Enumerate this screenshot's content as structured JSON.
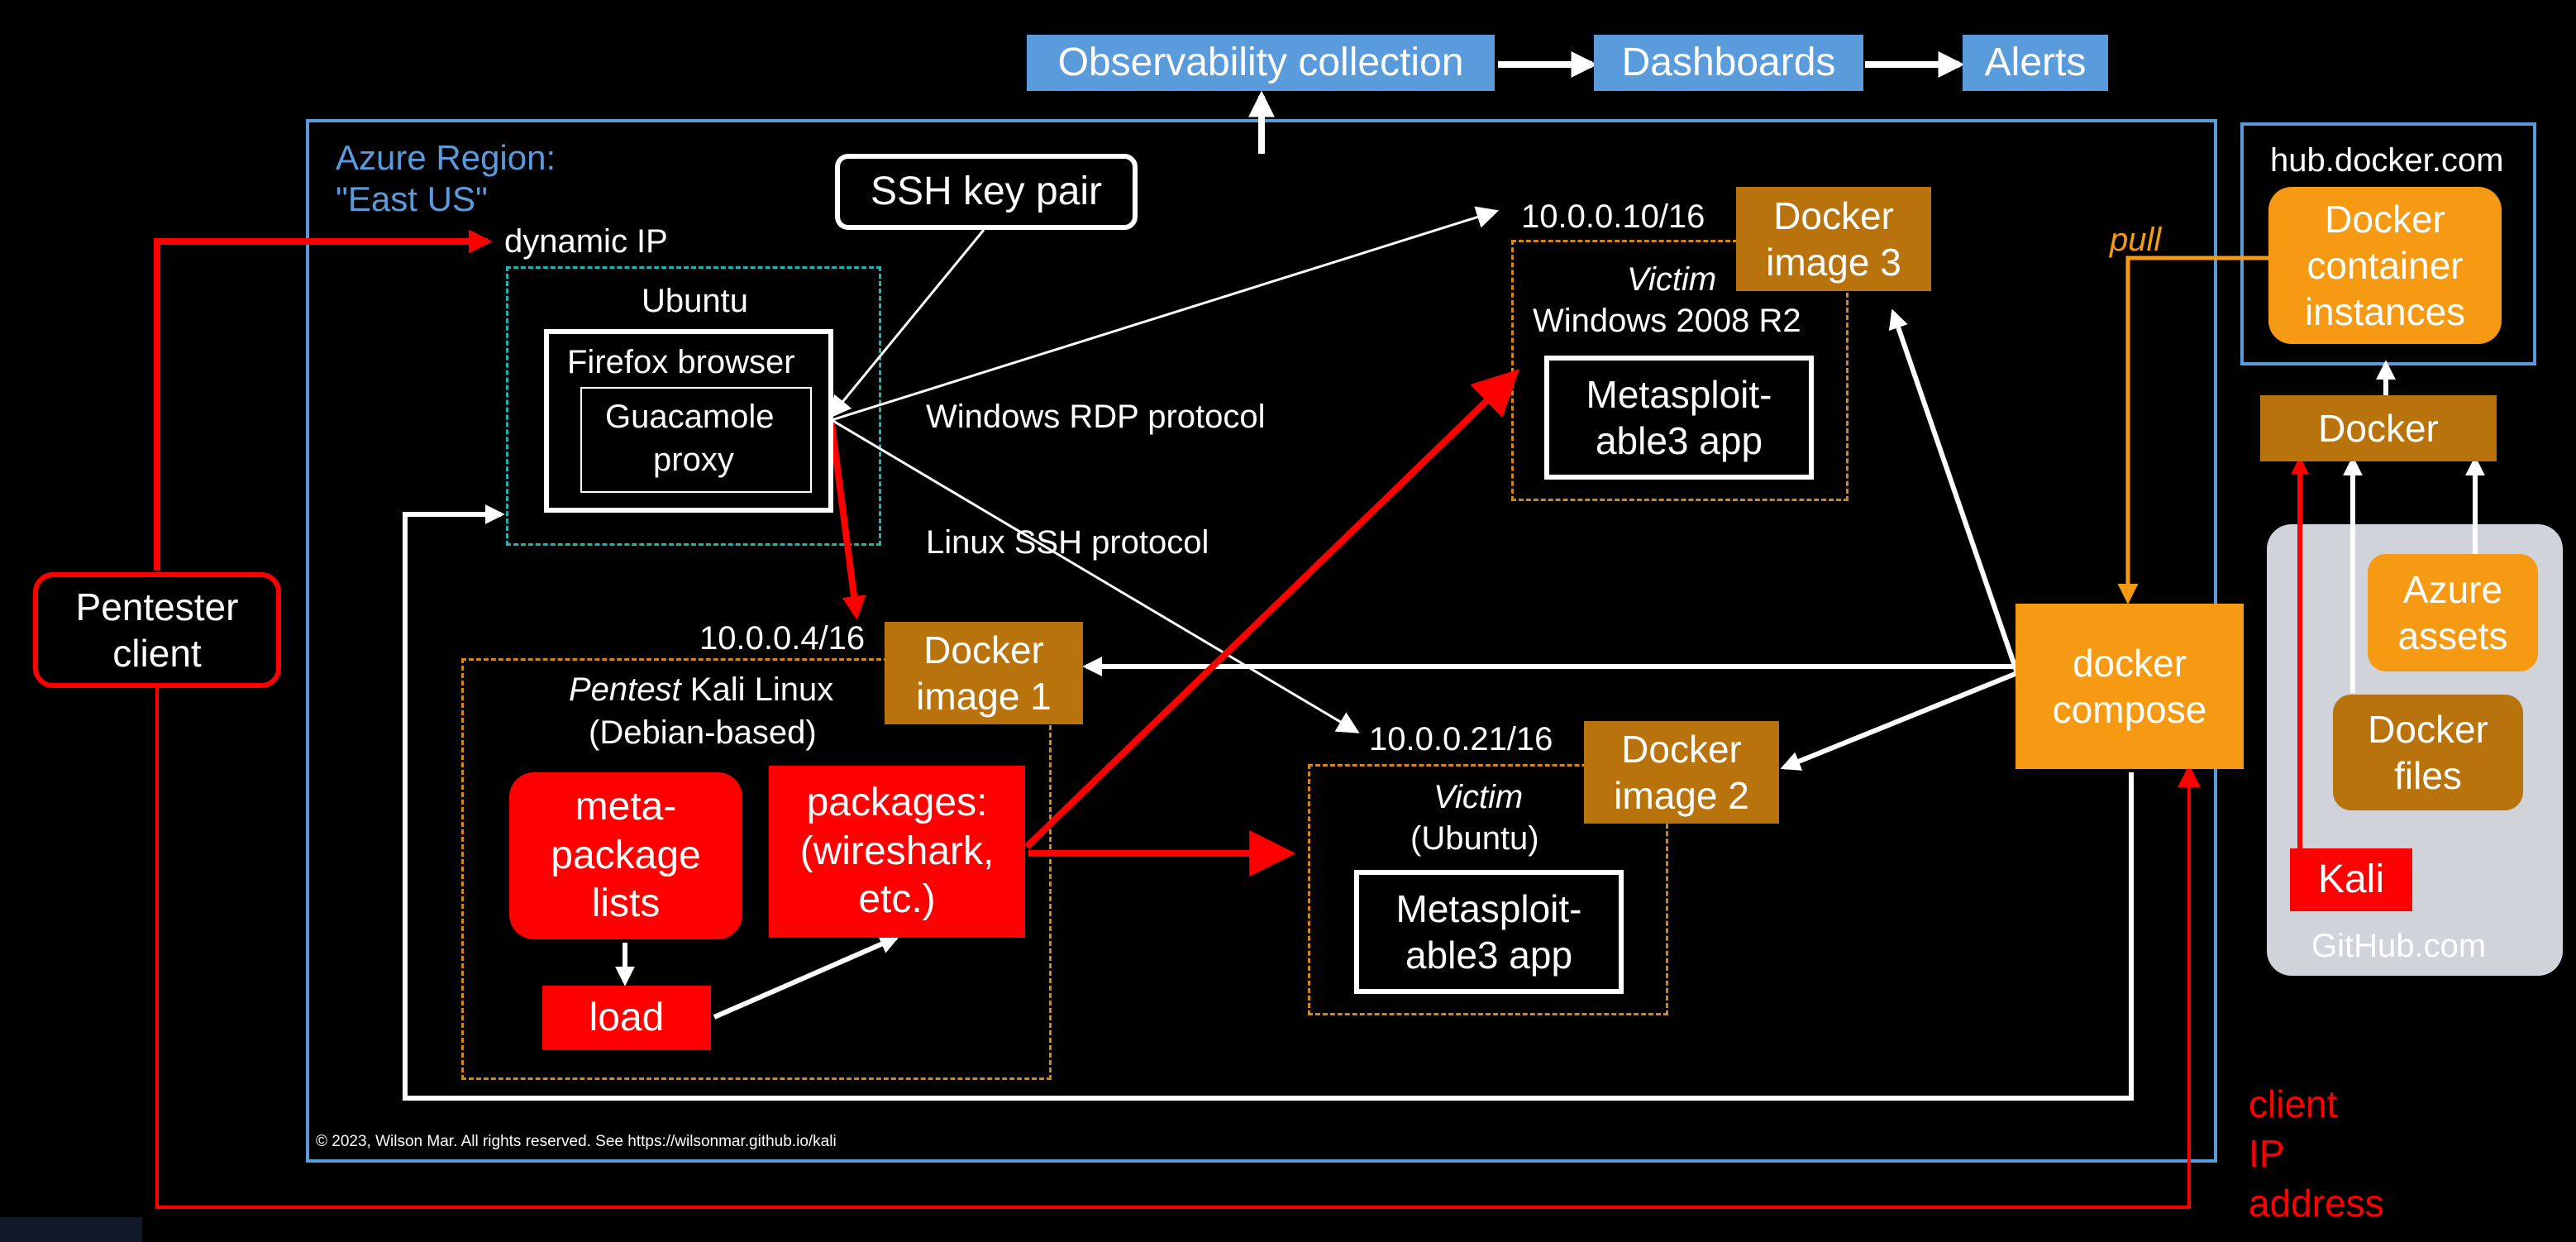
{
  "pipeline": {
    "observability": "Observability collection",
    "dashboards": "Dashboards",
    "alerts": "Alerts"
  },
  "region": {
    "line1": "Azure Region:",
    "line2": "\"East US\""
  },
  "dynamic_ip": "dynamic IP",
  "ssh_key_pair": "SSH key pair",
  "ubuntu_host": {
    "title": "Ubuntu",
    "browser": "Firefox browser",
    "proxy_line1": "Guacamole",
    "proxy_line2": "proxy"
  },
  "protocols": {
    "rdp": "Windows RDP protocol",
    "ssh": "Linux SSH protocol"
  },
  "win_victim": {
    "ip": "10.0.0.10/16",
    "docker_line1": "Docker",
    "docker_line2": "image 3",
    "role": "Victim",
    "os": "Windows 2008 R2",
    "app_line1": "Metasploit-",
    "app_line2": "able3 app"
  },
  "kali": {
    "ip": "10.0.0.4/16",
    "docker_line1": "Docker",
    "docker_line2": "image 1",
    "role": "Pentest",
    "os": "Kali Linux",
    "os2": "(Debian-based)",
    "meta_line1": "meta-",
    "meta_line2": "package",
    "meta_line3": "lists",
    "packages_line1": "packages:",
    "packages_line2": "(wireshark,",
    "packages_line3": "etc.)",
    "load": "load"
  },
  "ubuntu_victim": {
    "ip": "10.0.0.21/16",
    "docker_line1": "Docker",
    "docker_line2": "image 2",
    "role": "Victim",
    "os": "(Ubuntu)",
    "app_line1": "Metasploit-",
    "app_line2": "able3 app"
  },
  "compose": {
    "line1": "docker",
    "line2": "compose"
  },
  "pull": "pull",
  "hub": {
    "title": "hub.docker.com",
    "line1": "Docker",
    "line2": "container",
    "line3": "instances"
  },
  "docker": "Docker",
  "github": {
    "title": "GitHub.com",
    "assets_line1": "Azure",
    "assets_line2": "assets",
    "files_line1": "Docker",
    "files_line2": "files",
    "kali": "Kali"
  },
  "pentester": {
    "line1": "Pentester",
    "line2": "client"
  },
  "client_ip": {
    "line1": "client",
    "line2": "IP",
    "line3": "address"
  },
  "copyright": "© 2023, Wilson Mar. All rights reserved. See https://wilsonmar.github.io/kali",
  "colors": {
    "blue": "#5a9bdb",
    "brown": "#b8730c",
    "orange": "#f59a12",
    "red": "#ff0000",
    "teal": "#1fb3b3",
    "github_bg": "#d0d3da"
  }
}
